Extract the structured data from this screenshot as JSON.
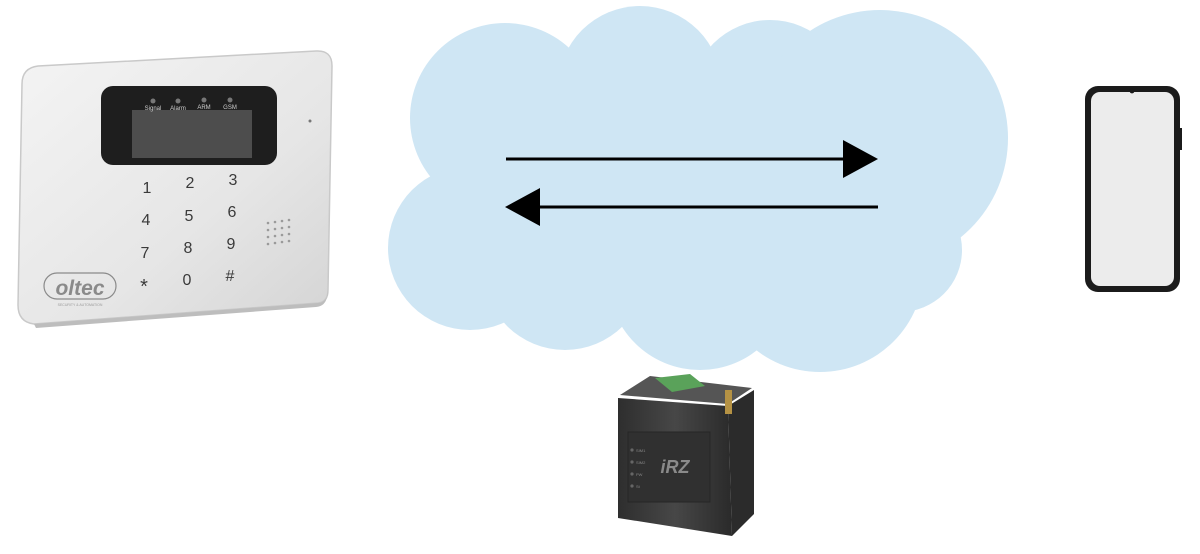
{
  "diagram": {
    "colors": {
      "cloud": "#cfe6f4",
      "arrow": "#000000",
      "panel_body": "#ededed",
      "screen": "#1c1c1c",
      "phone_frame": "#1b1b1b",
      "router_body": "#3a3a3a"
    },
    "alarm_panel": {
      "brand": "oltec",
      "brand_tagline": "SECURITY & AUTOMATION",
      "indicators": [
        "Signal",
        "Alarm",
        "ARM",
        "GSM"
      ],
      "keys": [
        "1",
        "2",
        "3",
        "4",
        "5",
        "6",
        "7",
        "8",
        "9",
        "*",
        "0",
        "#"
      ]
    },
    "cloud": {
      "arrows": [
        "right",
        "left"
      ]
    },
    "router": {
      "brand": "iRZ",
      "leds": [
        "SIM1",
        "SIM2",
        "PW",
        "St"
      ]
    },
    "phone": {
      "icon": "smartphone-icon"
    }
  }
}
